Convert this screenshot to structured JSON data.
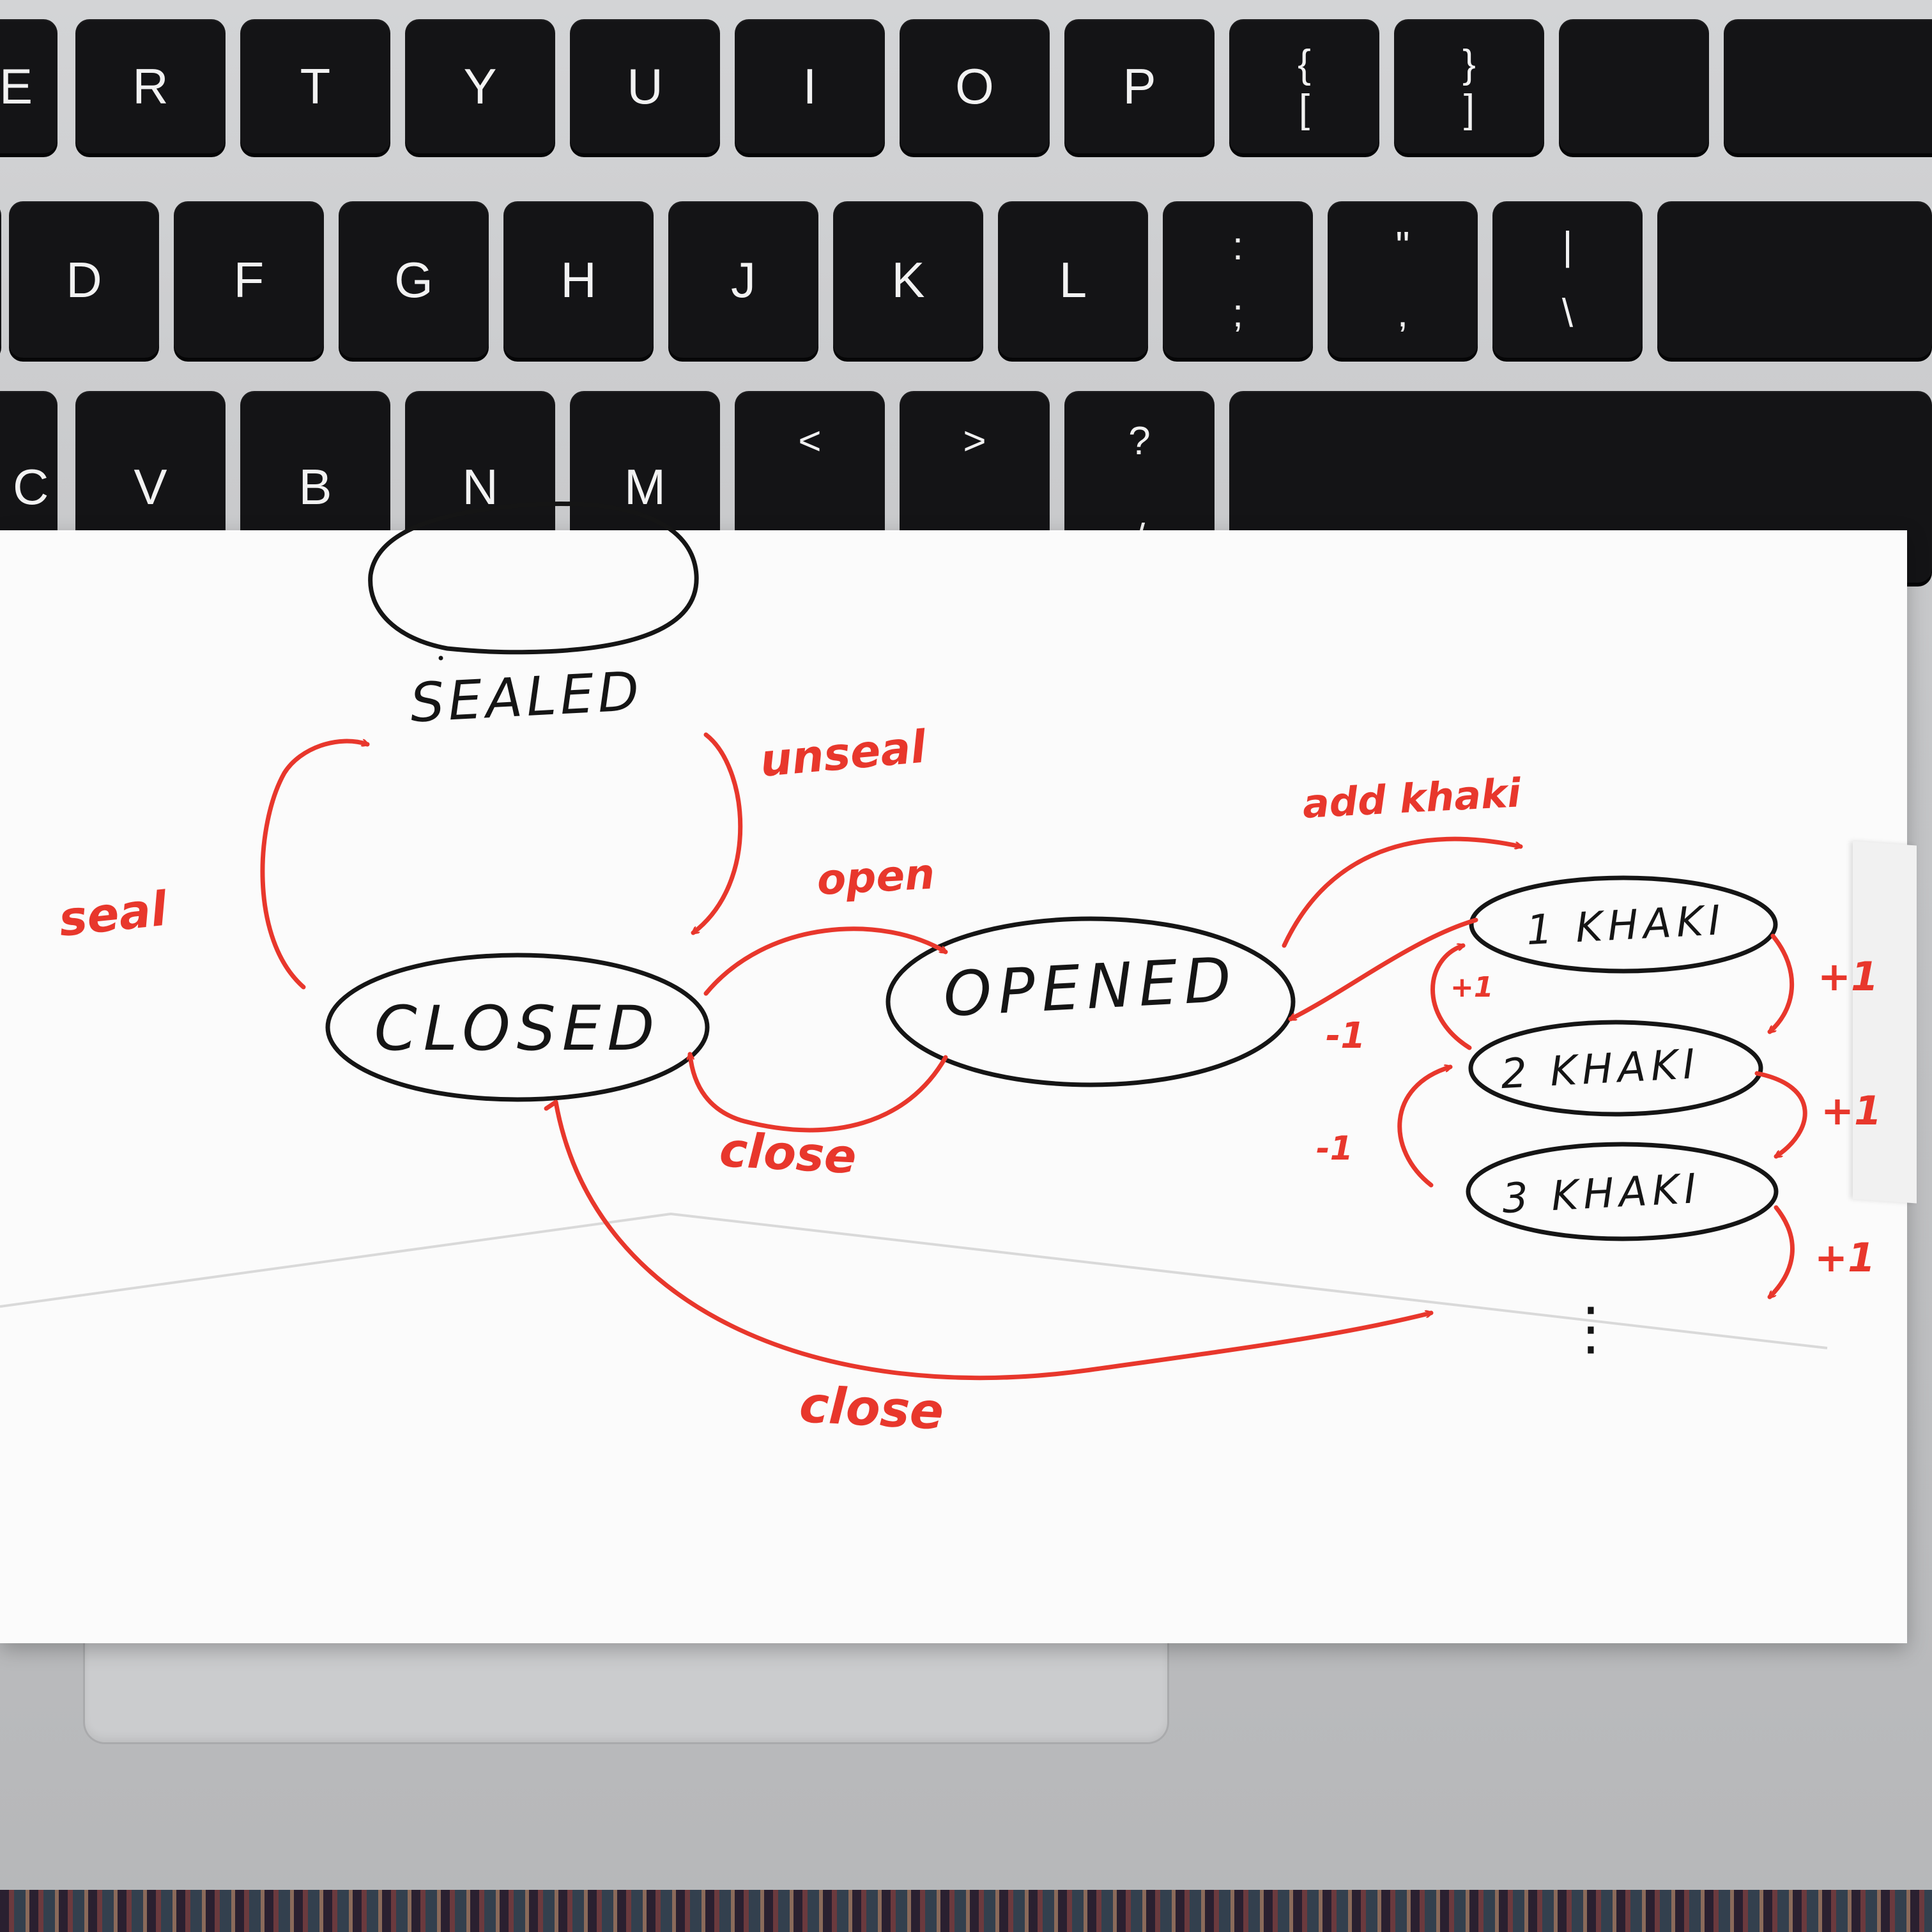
{
  "keyboard": {
    "row1": [
      "E",
      "R",
      "T",
      "Y",
      "U",
      "I",
      "O",
      "P"
    ],
    "row1_bracket_left": {
      "top": "{",
      "bottom": "["
    },
    "row1_bracket_right": {
      "top": "}",
      "bottom": "]"
    },
    "row2": [
      "D",
      "F",
      "G",
      "H",
      "J",
      "K",
      "L"
    ],
    "row2_semicolon": {
      "top": ":",
      "bottom": ";"
    },
    "row2_quote": {
      "top": "\"",
      "bottom": ","
    },
    "row2_backslash": {
      "top": "|",
      "bottom": "\\"
    },
    "row3": [
      "C",
      "V",
      "B",
      "N",
      "M"
    ],
    "row3_comma": {
      "top": "<",
      "bottom": ","
    },
    "row3_period": {
      "top": ">",
      "bottom": "."
    },
    "row3_slash": {
      "top": "?",
      "bottom": "/"
    }
  },
  "diagram": {
    "states": {
      "sealed": "SEALED",
      "closed": "CLOSED",
      "opened": "OPENED",
      "khaki1": "1 KHAKI",
      "khaki2": "2 KHAKI",
      "khaki3": "3 KHAKI",
      "ellipsis": "⋮"
    },
    "transitions": {
      "seal": "seal",
      "unseal": "unseal",
      "open": "open",
      "close_opened": "close",
      "close_khaki": "close",
      "add_khaki": "add khaki",
      "opened_minus": "-1",
      "k1_plus_right": "+1",
      "k2_minus_left": "+1",
      "k2_plus_right": "+1",
      "k3_minus_left": "-1",
      "k3_plus_right": "+1"
    },
    "colors": {
      "ink": "#151515",
      "marker": "#e8372c"
    }
  }
}
